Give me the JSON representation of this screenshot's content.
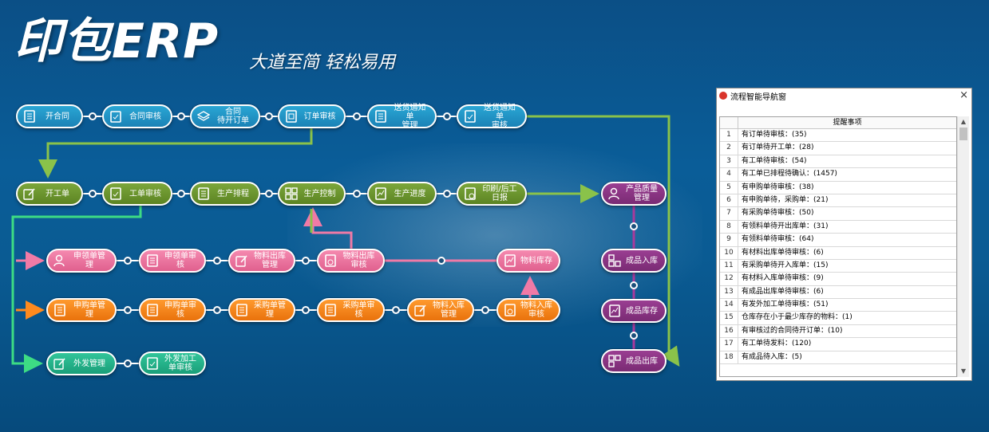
{
  "brand": {
    "logo": "印包ERP",
    "slogan": "大道至简  轻松易用"
  },
  "flow": {
    "row1": [
      "开合同",
      "合同审核",
      "合同\n待开订单",
      "订单审核",
      "送货通知单\n管理",
      "送货通知单\n审核"
    ],
    "row2": [
      "开工单",
      "工单审核",
      "生产排程",
      "生产控制",
      "生产进度",
      "印刷/后工\n日报"
    ],
    "row3": [
      "申领单管理",
      "申领单审核",
      "物料出库\n管理",
      "物料出库\n审核",
      "物料库存"
    ],
    "row4": [
      "申购单管理",
      "申购单审核",
      "采购单管理",
      "采购单审核",
      "物料入库\n管理",
      "物料入库\n审核"
    ],
    "row5": [
      "外发管理",
      "外发加工\n单审核"
    ],
    "right": [
      "产品质量\n管理",
      "成品入库",
      "成品库存",
      "成品出库"
    ]
  },
  "dialog": {
    "title": "流程智能导航窗",
    "close": "×",
    "header": "提醒事项",
    "rows": [
      {
        "n": "1",
        "t": "有订单待审核：(35)"
      },
      {
        "n": "2",
        "t": "有订单待开工单：(28)"
      },
      {
        "n": "3",
        "t": "有工单待审核：(54)"
      },
      {
        "n": "4",
        "t": "有工单已排程待确认：(1457)"
      },
      {
        "n": "5",
        "t": "有申购单待审核：(38)"
      },
      {
        "n": "6",
        "t": "有申购单待，采购单：(21)"
      },
      {
        "n": "7",
        "t": "有采购单待审核：(50)"
      },
      {
        "n": "8",
        "t": "有领料单待开出库单：(31)"
      },
      {
        "n": "9",
        "t": "有领料单待审核：(64)"
      },
      {
        "n": "10",
        "t": "有材料出库单待审核：(6)"
      },
      {
        "n": "11",
        "t": "有采购单待开入库单：(15)"
      },
      {
        "n": "12",
        "t": "有材料入库单待审核：(9)"
      },
      {
        "n": "13",
        "t": "有成品出库单待审核：(6)"
      },
      {
        "n": "14",
        "t": "有发外加工单待审核：(51)"
      },
      {
        "n": "15",
        "t": "仓库存在小于最少库存的物料：(1)"
      },
      {
        "n": "16",
        "t": "有审核过的合同待开订单：(10)"
      },
      {
        "n": "17",
        "t": "有工单待发料：(120)"
      },
      {
        "n": "18",
        "t": "有成品待入库：(5)"
      }
    ],
    "scroll_up": "▲",
    "scroll_down": "▼"
  }
}
